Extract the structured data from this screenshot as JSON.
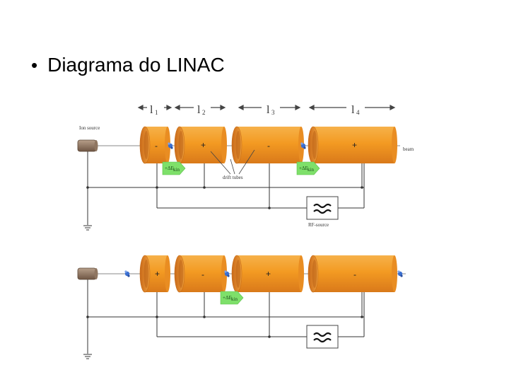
{
  "slide": {
    "bullet": "•",
    "title": "Diagrama do LINAC"
  },
  "diagram": {
    "lengths": [
      {
        "main": "l",
        "sub": "1"
      },
      {
        "main": "l",
        "sub": "2"
      },
      {
        "main": "l",
        "sub": "3"
      },
      {
        "main": "l",
        "sub": "4"
      }
    ],
    "labels": {
      "ion_source": "Ion source",
      "beam": "beam",
      "drift_tubes": "drift tubes",
      "rf_source": "RF-source",
      "energy_gain": "+ΔE",
      "energy_gain_sub": "kin"
    },
    "top_polarities": [
      "-",
      "+",
      "-",
      "+"
    ],
    "bottom_polarities": [
      "+",
      "-",
      "+",
      "-"
    ],
    "colors": {
      "tube": "#f39a22",
      "tube_dark": "#d9791a",
      "wire": "#333333",
      "particle": "#3a6fd1",
      "arrow": "#7ee06a"
    }
  }
}
